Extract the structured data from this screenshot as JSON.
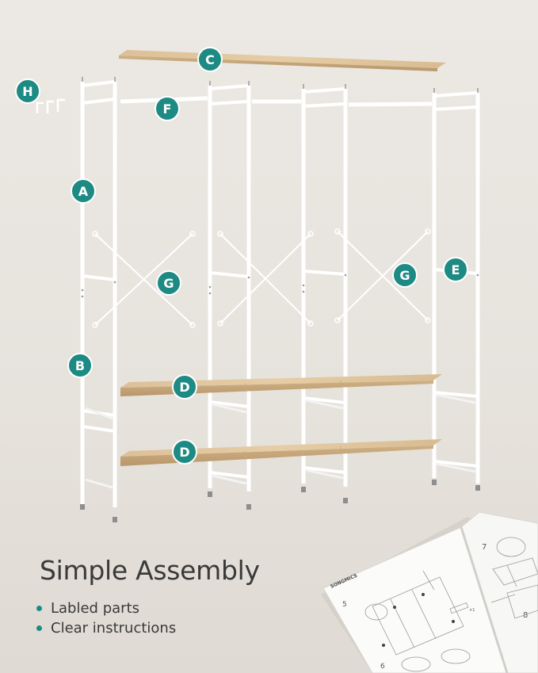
{
  "headline": "Simple Assembly",
  "bullets": [
    "Labled parts",
    "Clear instructions"
  ],
  "part_labels": {
    "a": "A",
    "b": "B",
    "c": "C",
    "d": "D",
    "e": "E",
    "f": "F",
    "g": "G",
    "h": "H"
  },
  "manual": {
    "brand": "SONGMICS",
    "page_numbers": [
      "5",
      "6",
      "7",
      "8"
    ],
    "step_count": "×1"
  },
  "colors": {
    "accent": "#1d8a83",
    "frame": "#ffffff",
    "wood": "#e3c9a1",
    "text": "#3a3a3a"
  }
}
